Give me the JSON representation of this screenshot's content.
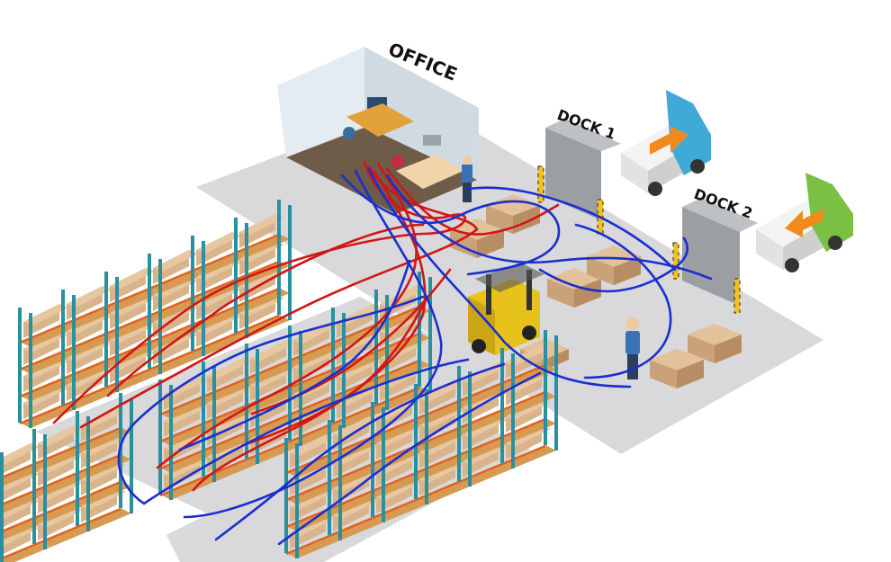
{
  "labels": {
    "office": "OFFICE",
    "dock1": "DOCK 1",
    "dock2": "DOCK 2"
  },
  "colors": {
    "floor": "#d7d7d9",
    "floor_edge": "#b9b9bd",
    "rack_upright": "#2a8f9e",
    "rack_beam": "#e0621f",
    "pallet": "#d79a52",
    "box": "#d9b48a",
    "box_side": "#c39a6e",
    "forklift": "#e6c21a",
    "path_red": "#d01616",
    "path_blue": "#1a2fd0",
    "truck1_cab": "#3fa9d8",
    "truck2_cab": "#79c043",
    "arrow": "#f08a1c"
  },
  "legend": []
}
